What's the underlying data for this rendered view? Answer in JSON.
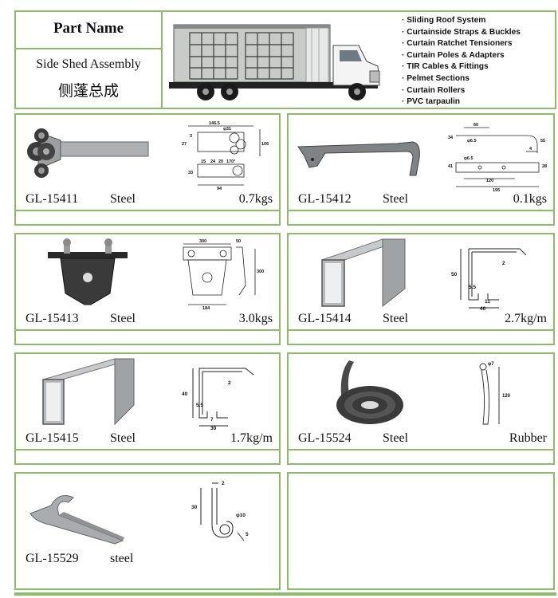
{
  "header": {
    "part_name_title": "Part Name",
    "assembly_en": "Side Shed Assembly",
    "assembly_zh": "侧蓬总成",
    "features": [
      "Sliding Roof System",
      "Curtainside Straps & Buckles",
      "Curtain Ratchet Tensioners",
      "Curtain Poles & Adapters",
      "TIR Cables & Fittings",
      "Pelmet Sections",
      "Curtain Rollers",
      "PVC tarpaulin"
    ]
  },
  "parts": [
    {
      "code": "GL-15411",
      "material": "Steel",
      "weight": "0.7kgs",
      "dims": [
        "146.5",
        "φ31",
        "3",
        "27",
        "106",
        "15",
        "24",
        "20",
        "170°",
        "33",
        "94"
      ]
    },
    {
      "code": "GL-15412",
      "material": "Steel",
      "weight": "0.1kgs",
      "dims": [
        "60",
        "34",
        "55",
        "φ6.5",
        "4",
        "φ6.5",
        "41",
        "28",
        "120",
        "195"
      ]
    },
    {
      "code": "GL-15413",
      "material": "Steel",
      "weight": "3.0kgs",
      "dims": [
        "300",
        "50",
        "300",
        "184"
      ]
    },
    {
      "code": "GL-15414",
      "material": "Steel",
      "weight": "2.7kg/m",
      "dims": [
        "50",
        "2",
        "5.5",
        "11",
        "40"
      ]
    },
    {
      "code": "GL-15415",
      "material": "Steel",
      "weight": "1.7kg/m",
      "dims": [
        "40",
        "2",
        "5.5",
        "7",
        "30"
      ]
    },
    {
      "code": "GL-15524",
      "material": "Steel",
      "weight": "Rubber",
      "dims": [
        "φ7",
        "120"
      ]
    },
    {
      "code": "GL-15529",
      "material": "steel",
      "weight": "",
      "dims": [
        "2",
        "30",
        "φ10",
        "5"
      ]
    }
  ]
}
